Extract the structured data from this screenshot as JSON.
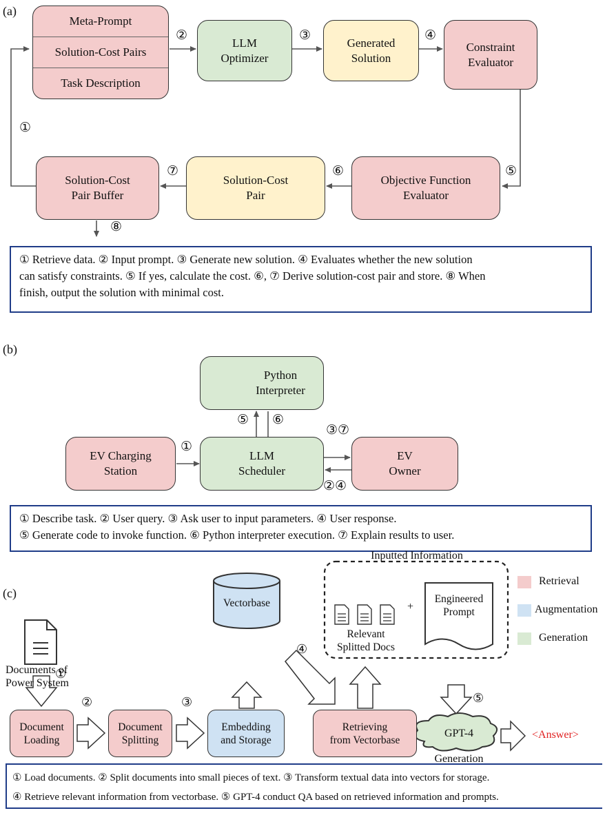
{
  "panel_a": {
    "label": "(a)",
    "meta_prompt": "Meta-Prompt",
    "solution_cost_pairs": "Solution-Cost Pairs",
    "task_description": "Task Description",
    "llm_optimizer": [
      "LLM",
      "Optimizer"
    ],
    "generated_solution": [
      "Generated",
      "Solution"
    ],
    "constraint_evaluator": [
      "Constraint",
      "Evaluator"
    ],
    "objective_evaluator": [
      "Objective Function",
      "Evaluator"
    ],
    "solution_cost_pair": [
      "Solution-Cost",
      "Pair"
    ],
    "buffer": [
      "Solution-Cost",
      "Pair Buffer"
    ],
    "nums": {
      "n1": "①",
      "n2": "②",
      "n3": "③",
      "n4": "④",
      "n5": "⑤",
      "n6": "⑥",
      "n7": "⑦",
      "n8": "⑧"
    },
    "note": [
      "① Retrieve data. ② Input prompt. ③ Generate new solution. ④ Evaluates whether the new solution",
      "can satisfy constraints. ⑤ If yes, calculate the cost. ⑥, ⑦ Derive solution-cost pair and store. ⑧ When",
      "finish, output the solution with minimal cost."
    ]
  },
  "panel_b": {
    "label": "(b)",
    "python": [
      "Python",
      "Interpreter"
    ],
    "llm_scheduler": [
      "LLM",
      "Scheduler"
    ],
    "ev_station": [
      "EV Charging",
      "Station"
    ],
    "ev_owner": [
      "EV",
      "Owner"
    ],
    "nums": {
      "n1": "①",
      "n5": "⑤",
      "n6": "⑥",
      "n37": "③⑦",
      "n24": "②④"
    },
    "note": [
      "① Describe task. ② User query. ③ Ask user to input parameters. ④ User response.",
      "⑤ Generate code to invoke function. ⑥ Python interpreter execution. ⑦ Explain results to user."
    ]
  },
  "panel_c": {
    "label": "(c)",
    "documents_label": [
      "Documents of",
      "Power System"
    ],
    "doc_loading": [
      "Document",
      "Loading"
    ],
    "doc_splitting": [
      "Document",
      "Splitting"
    ],
    "embedding": [
      "Embedding",
      "and Storage"
    ],
    "vectorbase": "Vectorbase",
    "retrieving": [
      "Retrieving",
      "from Vectorbase"
    ],
    "inputted_info": "Inputted Information",
    "relevant_docs": [
      "Relevant",
      "Splitted Docs"
    ],
    "plus": "+",
    "engineered_prompt": [
      "Engineered",
      "Prompt"
    ],
    "gpt4": "GPT-4",
    "generation": "Generation",
    "answer": "<Answer>",
    "answer_color": "#e02020",
    "nums": {
      "n1": "①",
      "n2": "②",
      "n3": "③",
      "n4": "④",
      "n5": "⑤"
    },
    "legend": [
      {
        "label": "Retrieval",
        "color": "#f4cccc"
      },
      {
        "label": "Augmentation",
        "color": "#cfe2f3"
      },
      {
        "label": "Generation",
        "color": "#d9ead3"
      }
    ],
    "note": [
      {
        "num": "①",
        "text": "Load documents."
      },
      {
        "num": "②",
        "text": "Split documents into small pieces of text."
      },
      {
        "num": "③",
        "text": "Transform textual data into vectors for storage."
      },
      {
        "num": "④",
        "text": "Retrieve relevant information from vectorbase."
      },
      {
        "num": "⑤",
        "text": "GPT-4 conduct QA based on retrieved information and prompts."
      }
    ]
  }
}
